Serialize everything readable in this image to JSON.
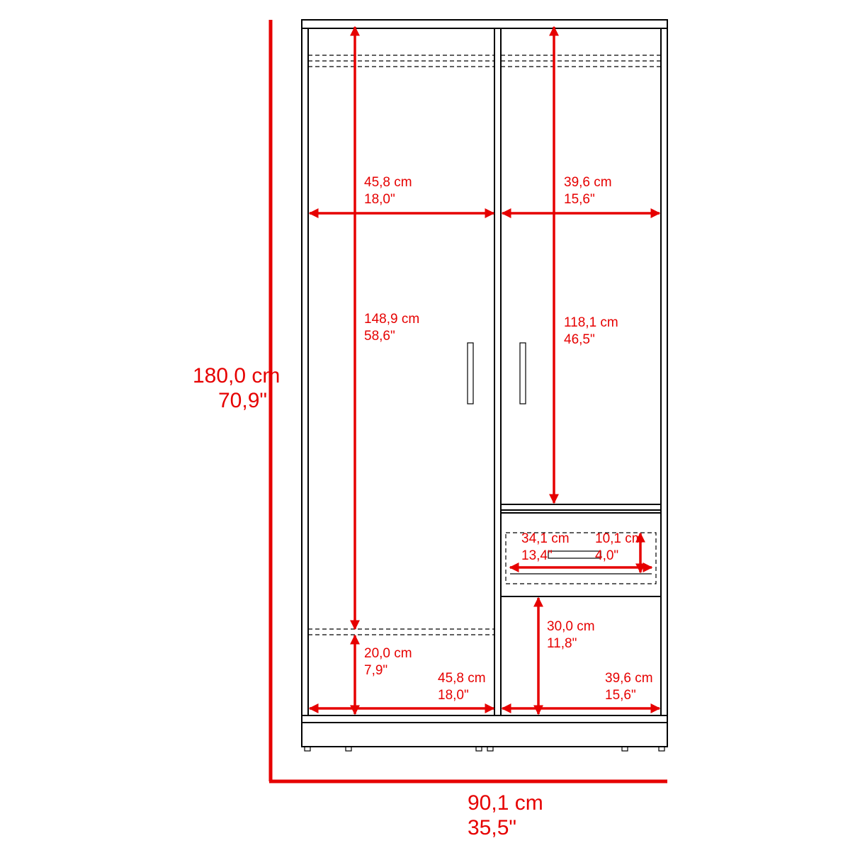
{
  "colors": {
    "dimension": "#e60000",
    "outline": "#000000",
    "background": "#ffffff"
  },
  "overall": {
    "height_cm": "180,0 cm",
    "height_in": "70,9\"",
    "width_cm": "90,1 cm",
    "width_in": "35,5\""
  },
  "left_compartment": {
    "width_cm": "45,8 cm",
    "width_in": "18,0\"",
    "hanging_height_cm": "148,9 cm",
    "hanging_height_in": "58,6\"",
    "bottom_height_cm": "20,0 cm",
    "bottom_height_in": "7,9\"",
    "bottom_width_cm": "45,8 cm",
    "bottom_width_in": "18,0\""
  },
  "right_compartment": {
    "width_cm": "39,6 cm",
    "width_in": "15,6\"",
    "hanging_height_cm": "118,1 cm",
    "hanging_height_in": "46,5\"",
    "bottom_height_cm": "30,0 cm",
    "bottom_height_in": "11,8\"",
    "bottom_width_cm": "39,6 cm",
    "bottom_width_in": "15,6\""
  },
  "drawer": {
    "width_cm": "34,1 cm",
    "width_in": "13,4\"",
    "height_cm": "10,1 cm",
    "height_in": "4,0\""
  }
}
